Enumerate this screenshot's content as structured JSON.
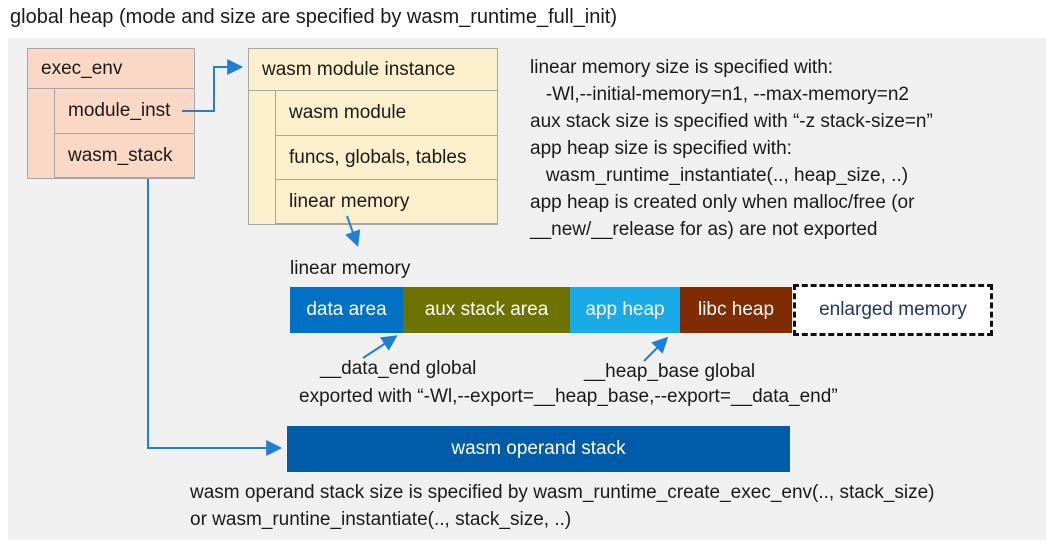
{
  "title": "global heap (mode and size are specified by wasm_runtime_full_init)",
  "colors": {
    "panel-bg": "#f0f0f1",
    "exec-fill": "#fbd8c5",
    "instance-fill": "#fcf0cc",
    "box-border": "#a6a6a6",
    "connector": "#1f7ed5",
    "operand-bar": "#005ca9",
    "text": "#1a1a1a"
  },
  "exec_env": {
    "title": "exec_env",
    "rows": [
      "module_inst",
      "wasm_stack"
    ]
  },
  "module_instance": {
    "title": "wasm module instance",
    "rows": [
      "wasm module",
      "funcs, globals, tables",
      "linear memory"
    ]
  },
  "notes_right": {
    "lines": [
      "linear memory size is specified with:",
      "   -Wl,--initial-memory=n1, --max-memory=n2",
      "aux stack size is specified with “-z stack-size=n”",
      "app heap size is specified with:",
      "   wasm_runtime_instantiate(.., heap_size, ..)",
      "app heap is created only when malloc/free (or",
      "__new/__release for as) are not exported"
    ]
  },
  "linear_memory": {
    "label": "linear memory",
    "segments": [
      {
        "label": "data area",
        "bg": "#0071c5",
        "fg": "#ffffff"
      },
      {
        "label": "aux stack area",
        "bg": "#6d7200",
        "fg": "#ffffff"
      },
      {
        "label": "app heap",
        "bg": "#18abe8",
        "fg": "#ffffff"
      },
      {
        "label": "libc heap",
        "bg": "#802b00",
        "fg": "#ffffff"
      },
      {
        "label": "enlarged memory",
        "bg": "#ffffff",
        "fg": "#1f3864"
      }
    ]
  },
  "annotations": {
    "data_end": "__data_end global",
    "heap_base": "__heap_base global",
    "exported": "exported with “-Wl,--export=__heap_base,--export=__data_end”"
  },
  "operand_stack": {
    "label": "wasm operand stack"
  },
  "bottom_note": {
    "lines": [
      "wasm operand stack size is specified by wasm_runtime_create_exec_env(.., stack_size)",
      "or wasm_runtine_instantiate(.., stack_size, ..)"
    ]
  }
}
